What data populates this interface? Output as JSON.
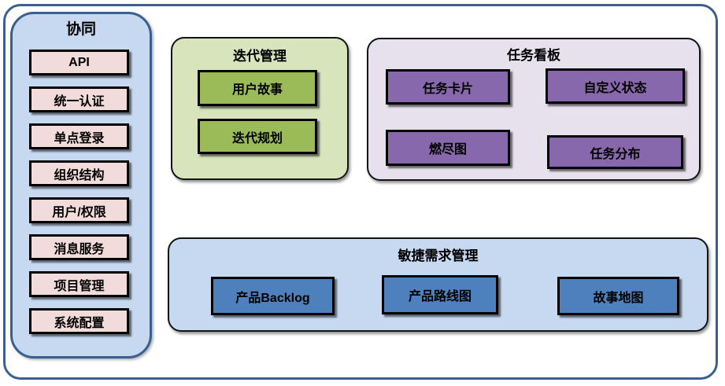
{
  "palette": {
    "outer_border": "#3b5f90",
    "sidebar_fill": "#c6d9f1",
    "sidebar_item_fill": "#f2dcdb",
    "iteration_group_fill": "#d7e4bc",
    "iteration_item_fill": "#9bbb59",
    "kanban_group_fill": "#e6e1ed",
    "kanban_item_fill": "#8768ad",
    "agile_group_fill": "#c6d9f1",
    "agile_item_fill": "#4d80bd",
    "box_border": "#000000"
  },
  "sidebar": {
    "title": "协同",
    "items": [
      {
        "label": "API"
      },
      {
        "label": "统一认证"
      },
      {
        "label": "单点登录"
      },
      {
        "label": "组织结构"
      },
      {
        "label": "用户/权限"
      },
      {
        "label": "消息服务"
      },
      {
        "label": "项目管理"
      },
      {
        "label": "系统配置"
      }
    ]
  },
  "groups": {
    "iteration": {
      "title": "迭代管理",
      "items": [
        {
          "label": "用户故事"
        },
        {
          "label": "迭代规划"
        }
      ]
    },
    "kanban": {
      "title": "任务看板",
      "items": [
        {
          "label": "任务卡片"
        },
        {
          "label": "自定义状态"
        },
        {
          "label": "燃尽图"
        },
        {
          "label": "任务分布"
        }
      ]
    },
    "agile": {
      "title": "敏捷需求管理",
      "items": [
        {
          "label": "产品Backlog"
        },
        {
          "label": "产品路线图"
        },
        {
          "label": "故事地图"
        }
      ]
    }
  }
}
